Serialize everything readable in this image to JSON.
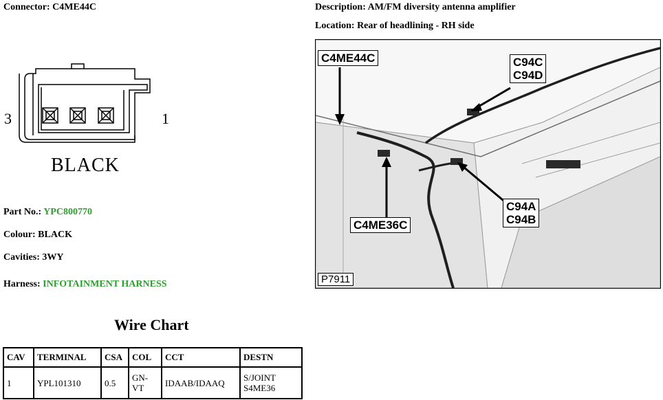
{
  "connector": {
    "label": "Connector:",
    "value": "C4ME44C"
  },
  "description": {
    "label": "Description:",
    "value": "AM/FM diversity antenna amplifier"
  },
  "location": {
    "label": "Location:",
    "value": "Rear of headlining - RH side"
  },
  "pinout": {
    "left_pin": "3",
    "right_pin": "1",
    "colour_label": "BLACK"
  },
  "part_no": {
    "label": "Part No.:",
    "value": "YPC800770"
  },
  "colour": {
    "label": "Colour:",
    "value": "BLACK"
  },
  "cavities": {
    "label": "Cavities:",
    "value": "3WY"
  },
  "harness": {
    "label": "Harness:",
    "value": "INFOTAINMENT HARNESS"
  },
  "link_color": "#2e9e2e",
  "wire_chart": {
    "title": "Wire Chart",
    "headers": [
      "CAV",
      "TERMINAL",
      "CSA",
      "COL",
      "CCT",
      "DESTN"
    ],
    "rows": [
      {
        "cav": "1",
        "terminal": "YPL101310",
        "csa": "0.5",
        "col_line1": "GN-",
        "col_line2": "VT",
        "cct": "IDAAB/IDAAQ",
        "destn_line1": "S/JOINT",
        "destn_line2": "S4ME36"
      }
    ]
  },
  "photo": {
    "id": "P7911",
    "callouts": {
      "c4me44c": "C4ME44C",
      "c94c": "C94C",
      "c94d": "C94D",
      "c94a": "C94A",
      "c94b": "C94B",
      "c4me36c": "C4ME36C"
    }
  }
}
